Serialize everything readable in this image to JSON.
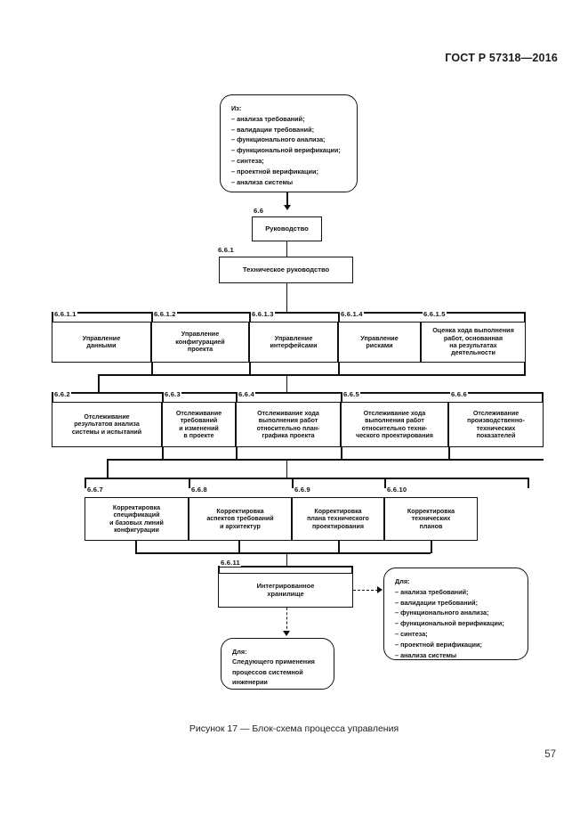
{
  "document": {
    "standard_header": "ГОСТ Р 57318—2016",
    "page_number": "57",
    "figure_caption": "Рисунок 17 — Блок-схема процесса управления"
  },
  "diagram": {
    "source_note": {
      "title": "Из:",
      "items": [
        "– анализа требований;",
        "– валидации требований;",
        "– функционального анализа;",
        "– функциональной верификации;",
        "– синтеза;",
        "– проектной верификации;",
        "– анализа системы"
      ],
      "text": "Из:\n– анализа требований;\n– валидации требований;\n– функционального анализа;\n– функциональной верификации;\n– синтеза;\n– проектной верификации;\n– анализа системы"
    },
    "target_note": {
      "title": "Для:",
      "items": [
        "– анализа требований;",
        "– валидации требований;",
        "– функционального анализа;",
        "– функциональной верификации;",
        "– синтеза;",
        "– проектной верификации;",
        "– анализа системы"
      ],
      "text": "Для:\n– анализа требований;\n– валидации требований;\n– функционального анализа;\n– функциональной верификации;\n– синтеза;\n– проектной верификации;\n– анализа системы"
    },
    "reuse_note": {
      "text": "Для:\nСледующего применения\nпроцессов системной\nинженерии"
    },
    "nodes": [
      {
        "index": "6.6",
        "label": "Руководство"
      },
      {
        "index": "6.6.1",
        "label": "Техническое руководство"
      },
      {
        "index": "6.6.1.1",
        "label": "Управление\nданными"
      },
      {
        "index": "6.6.1.2",
        "label": "Управление\nконфигурацией\nпроекта"
      },
      {
        "index": "6.6.1.3",
        "label": "Управление\nинтерфейсами"
      },
      {
        "index": "6.6.1.4",
        "label": "Управление\nрисками"
      },
      {
        "index": "6.6.1.5",
        "label": "Оценка хода выполнения\nработ, основанная\nна результатах\nдеятельности"
      },
      {
        "index": "6.6.2",
        "label": "Отслеживание\nрезультатов анализа\nсистемы и испытаний"
      },
      {
        "index": "6.6.3",
        "label": "Отслеживание\nтребований\nи изменений\nв проекте"
      },
      {
        "index": "6.6.4",
        "label": "Отслеживание хода\nвыполнения работ\nотносительно план-\nграфика проекта"
      },
      {
        "index": "6.6.5",
        "label": "Отслеживание хода\nвыполнения работ\nотносительно техни-\nческого проектирования"
      },
      {
        "index": "6.6.6",
        "label": "Отслеживание\nпроизводственно-\nтехнических\nпоказателей"
      },
      {
        "index": "6.6.7",
        "label": "Корректировка\nспецификаций\nи базовых линий\nконфигурации"
      },
      {
        "index": "6.6.8",
        "label": "Корректировка\nаспектов требований\nи архитектур"
      },
      {
        "index": "6.6.9",
        "label": "Корректировка\nплана технического\nпроектирования"
      },
      {
        "index": "6.6.10",
        "label": "Корректировка\nтехнических\nпланов"
      },
      {
        "index": "6.6.11",
        "label": "Интегрированное\nхранилище"
      }
    ]
  }
}
